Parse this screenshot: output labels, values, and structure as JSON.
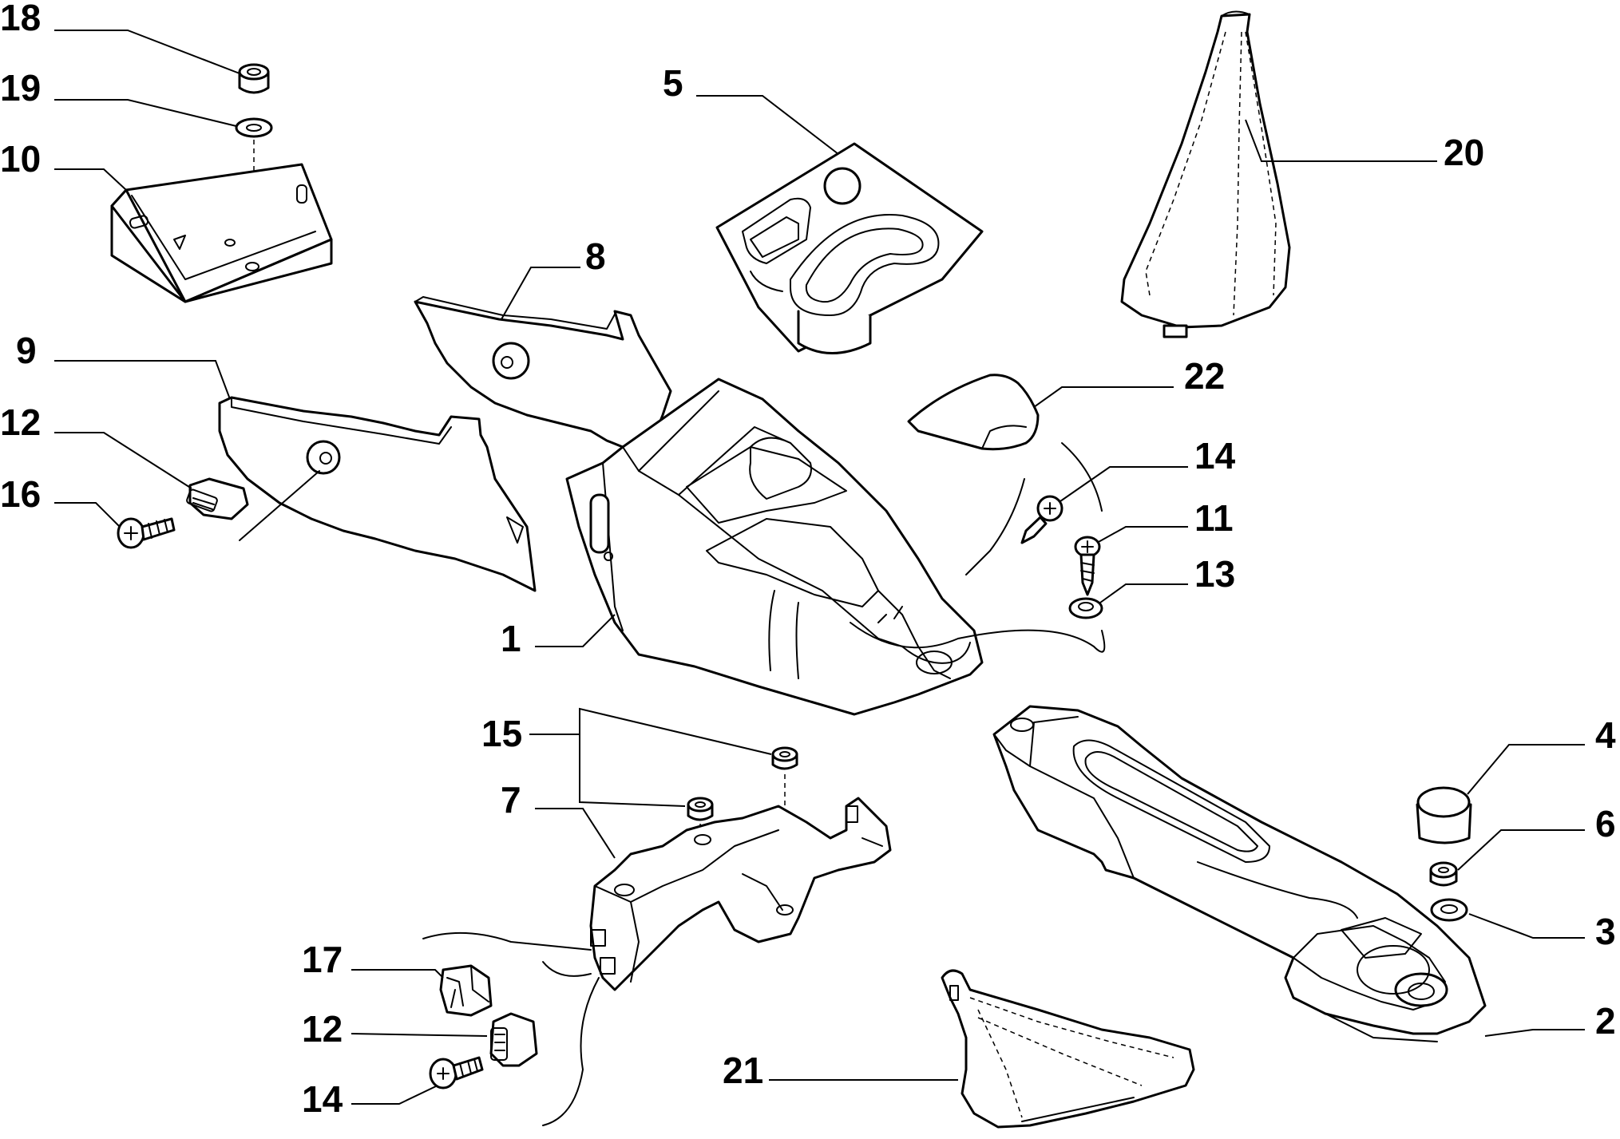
{
  "callouts": [
    {
      "id": "c18",
      "label": "18"
    },
    {
      "id": "c19",
      "label": "19"
    },
    {
      "id": "c10",
      "label": "10"
    },
    {
      "id": "c9",
      "label": "9"
    },
    {
      "id": "c12a",
      "label": "12"
    },
    {
      "id": "c16",
      "label": "16"
    },
    {
      "id": "c8",
      "label": "8"
    },
    {
      "id": "c5",
      "label": "5"
    },
    {
      "id": "c20",
      "label": "20"
    },
    {
      "id": "c22",
      "label": "22"
    },
    {
      "id": "c14a",
      "label": "14"
    },
    {
      "id": "c11",
      "label": "11"
    },
    {
      "id": "c13",
      "label": "13"
    },
    {
      "id": "c1",
      "label": "1"
    },
    {
      "id": "c15",
      "label": "15"
    },
    {
      "id": "c7",
      "label": "7"
    },
    {
      "id": "c17",
      "label": "17"
    },
    {
      "id": "c12b",
      "label": "12"
    },
    {
      "id": "c14b",
      "label": "14"
    },
    {
      "id": "c21",
      "label": "21"
    },
    {
      "id": "c4",
      "label": "4"
    },
    {
      "id": "c6",
      "label": "6"
    },
    {
      "id": "c3",
      "label": "3"
    },
    {
      "id": "c2",
      "label": "2"
    }
  ]
}
